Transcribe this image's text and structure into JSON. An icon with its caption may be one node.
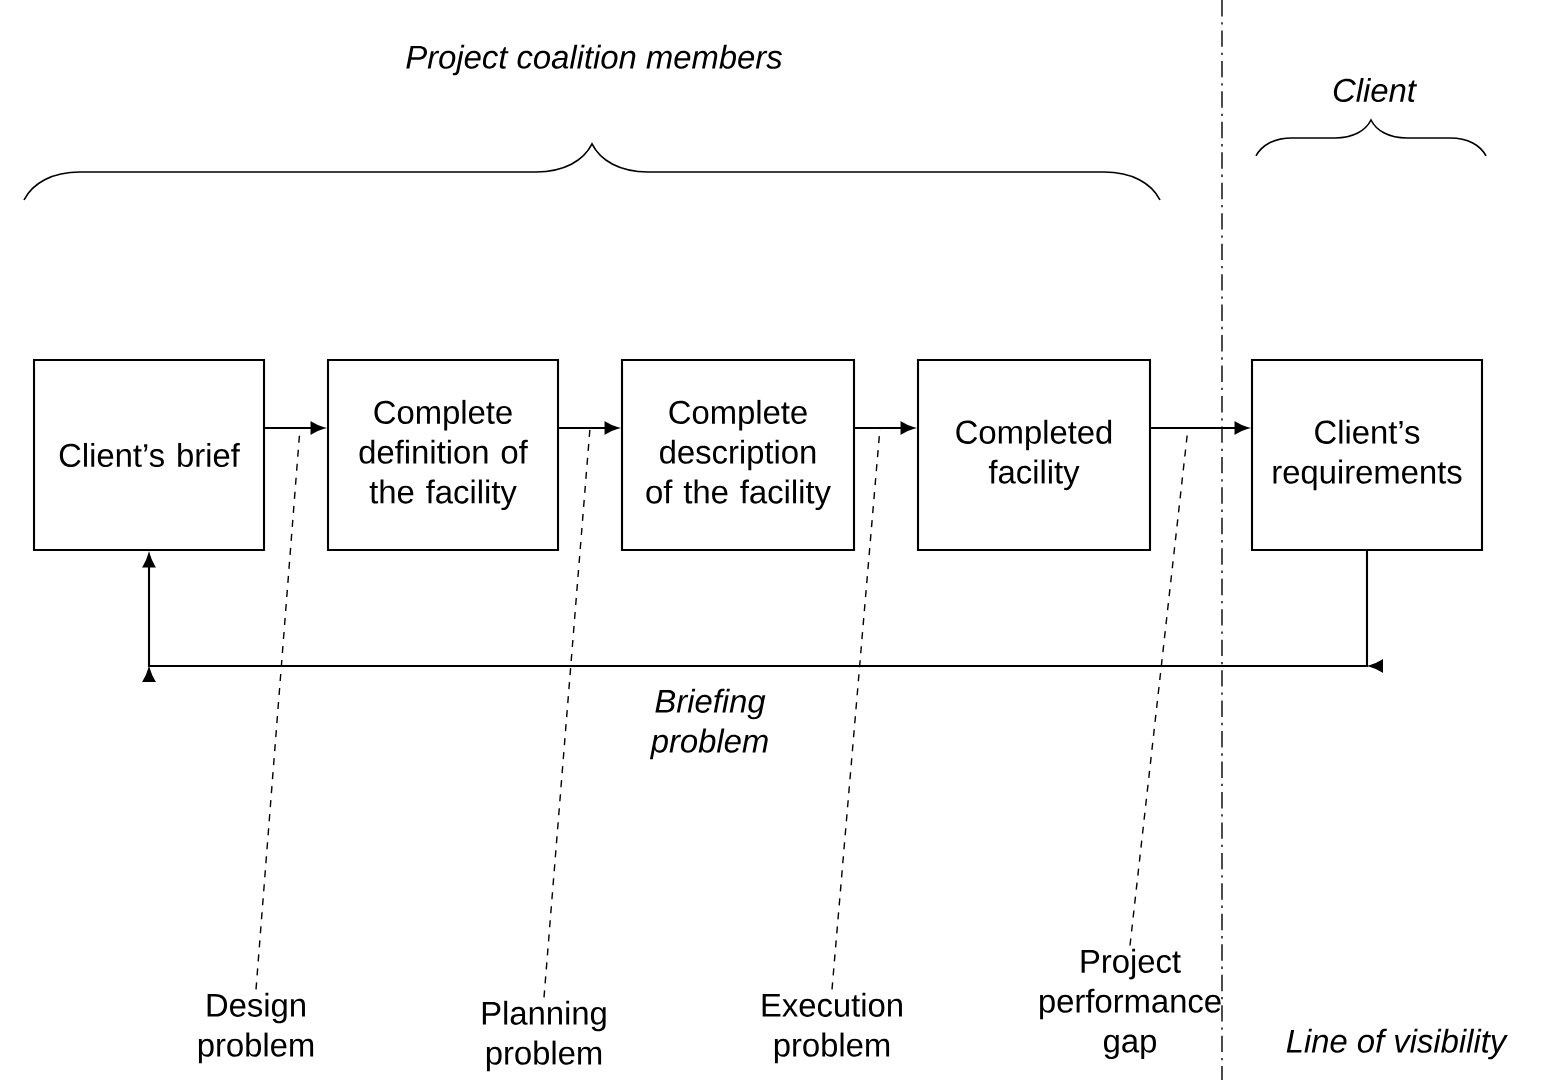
{
  "diagram": {
    "nodes": [
      {
        "text": [
          "Client’s brief"
        ]
      },
      {
        "text": [
          "Complete definition of the facility"
        ]
      },
      {
        "text": [
          "Complete description of the facility"
        ]
      },
      {
        "text": [
          "Completed facility"
        ]
      },
      {
        "text": [
          "Client’s requirements"
        ]
      },
      {
        "text": [
          "Design problem"
        ]
      },
      {
        "text": [
          "Planning problem"
        ]
      },
      {
        "text": [
          "Execution problem"
        ]
      },
      {
        "text": [
          "Project performance gap"
        ]
      }
    ],
    "edges": [
      {
        "from": 0,
        "to": 1,
        "arrow": "to"
      },
      {
        "from": 1,
        "to": 2,
        "arrow": "to"
      },
      {
        "from": 2,
        "to": 3,
        "arrow": "to"
      },
      {
        "from": 3,
        "to": 4,
        "arrow": "to"
      },
      {
        "from": 4,
        "to": 0,
        "arrow": "to",
        "label": "Briefing problem"
      },
      {
        "from": 5,
        "to": null,
        "arrow": "none",
        "style": "dashed"
      },
      {
        "from": 6,
        "to": null,
        "arrow": "none",
        "style": "dashed"
      },
      {
        "from": 7,
        "to": null,
        "arrow": "none",
        "style": "dashed"
      },
      {
        "from": 8,
        "to": null,
        "arrow": "none",
        "style": "dashed"
      }
    ],
    "labels": [
      "Project coalition members",
      "Client",
      "Line of visibility"
    ]
  }
}
